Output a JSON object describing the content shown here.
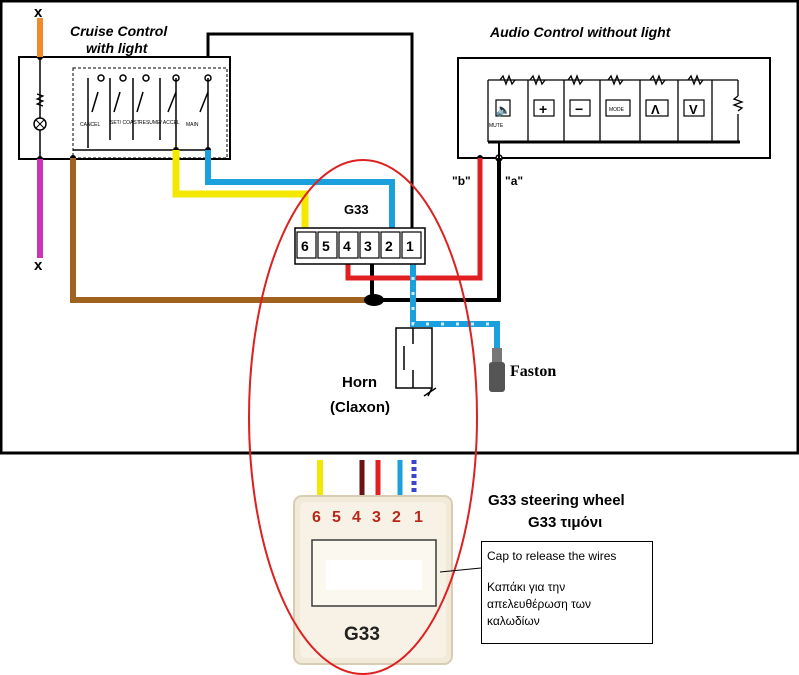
{
  "cruise": {
    "title_line1": "Cruise Control",
    "title_line2": "with light",
    "x_top": "x",
    "x_bottom": "x",
    "buttons": [
      "CANCEL",
      "SET/ COAST",
      "RESUME/ ACCEL",
      "MAIN"
    ]
  },
  "audio": {
    "title": "Audio Control without light",
    "buttons": [
      "MUTE",
      "+",
      "−",
      "MODE",
      "Λ",
      "V"
    ],
    "label_b": "\"b\"",
    "label_a": "\"a\""
  },
  "connector": {
    "name": "G33",
    "pins": [
      "6",
      "5",
      "4",
      "3",
      "2",
      "1"
    ]
  },
  "horn": {
    "line1": "Horn",
    "line2": "(Claxon)"
  },
  "faston": {
    "label": "Faston"
  },
  "photo": {
    "pins": [
      "6",
      "5",
      "4",
      "3",
      "2",
      "1"
    ],
    "label": "G33"
  },
  "caption": {
    "line1": "G33 steering wheel",
    "line2": "G33 τιμόνι"
  },
  "note": {
    "line1": "Cap to release the wires",
    "line2": "Καπάκι για την",
    "line3": "απελευθέρωση των",
    "line4": "καλωδίων"
  },
  "colors": {
    "orange": "#f08a2a",
    "magenta": "#cc33bb",
    "brown": "#a0621f",
    "yellow": "#f5e800",
    "blue": "#1aa0dd",
    "red": "#e02020",
    "ellipse": "#dd2020"
  }
}
